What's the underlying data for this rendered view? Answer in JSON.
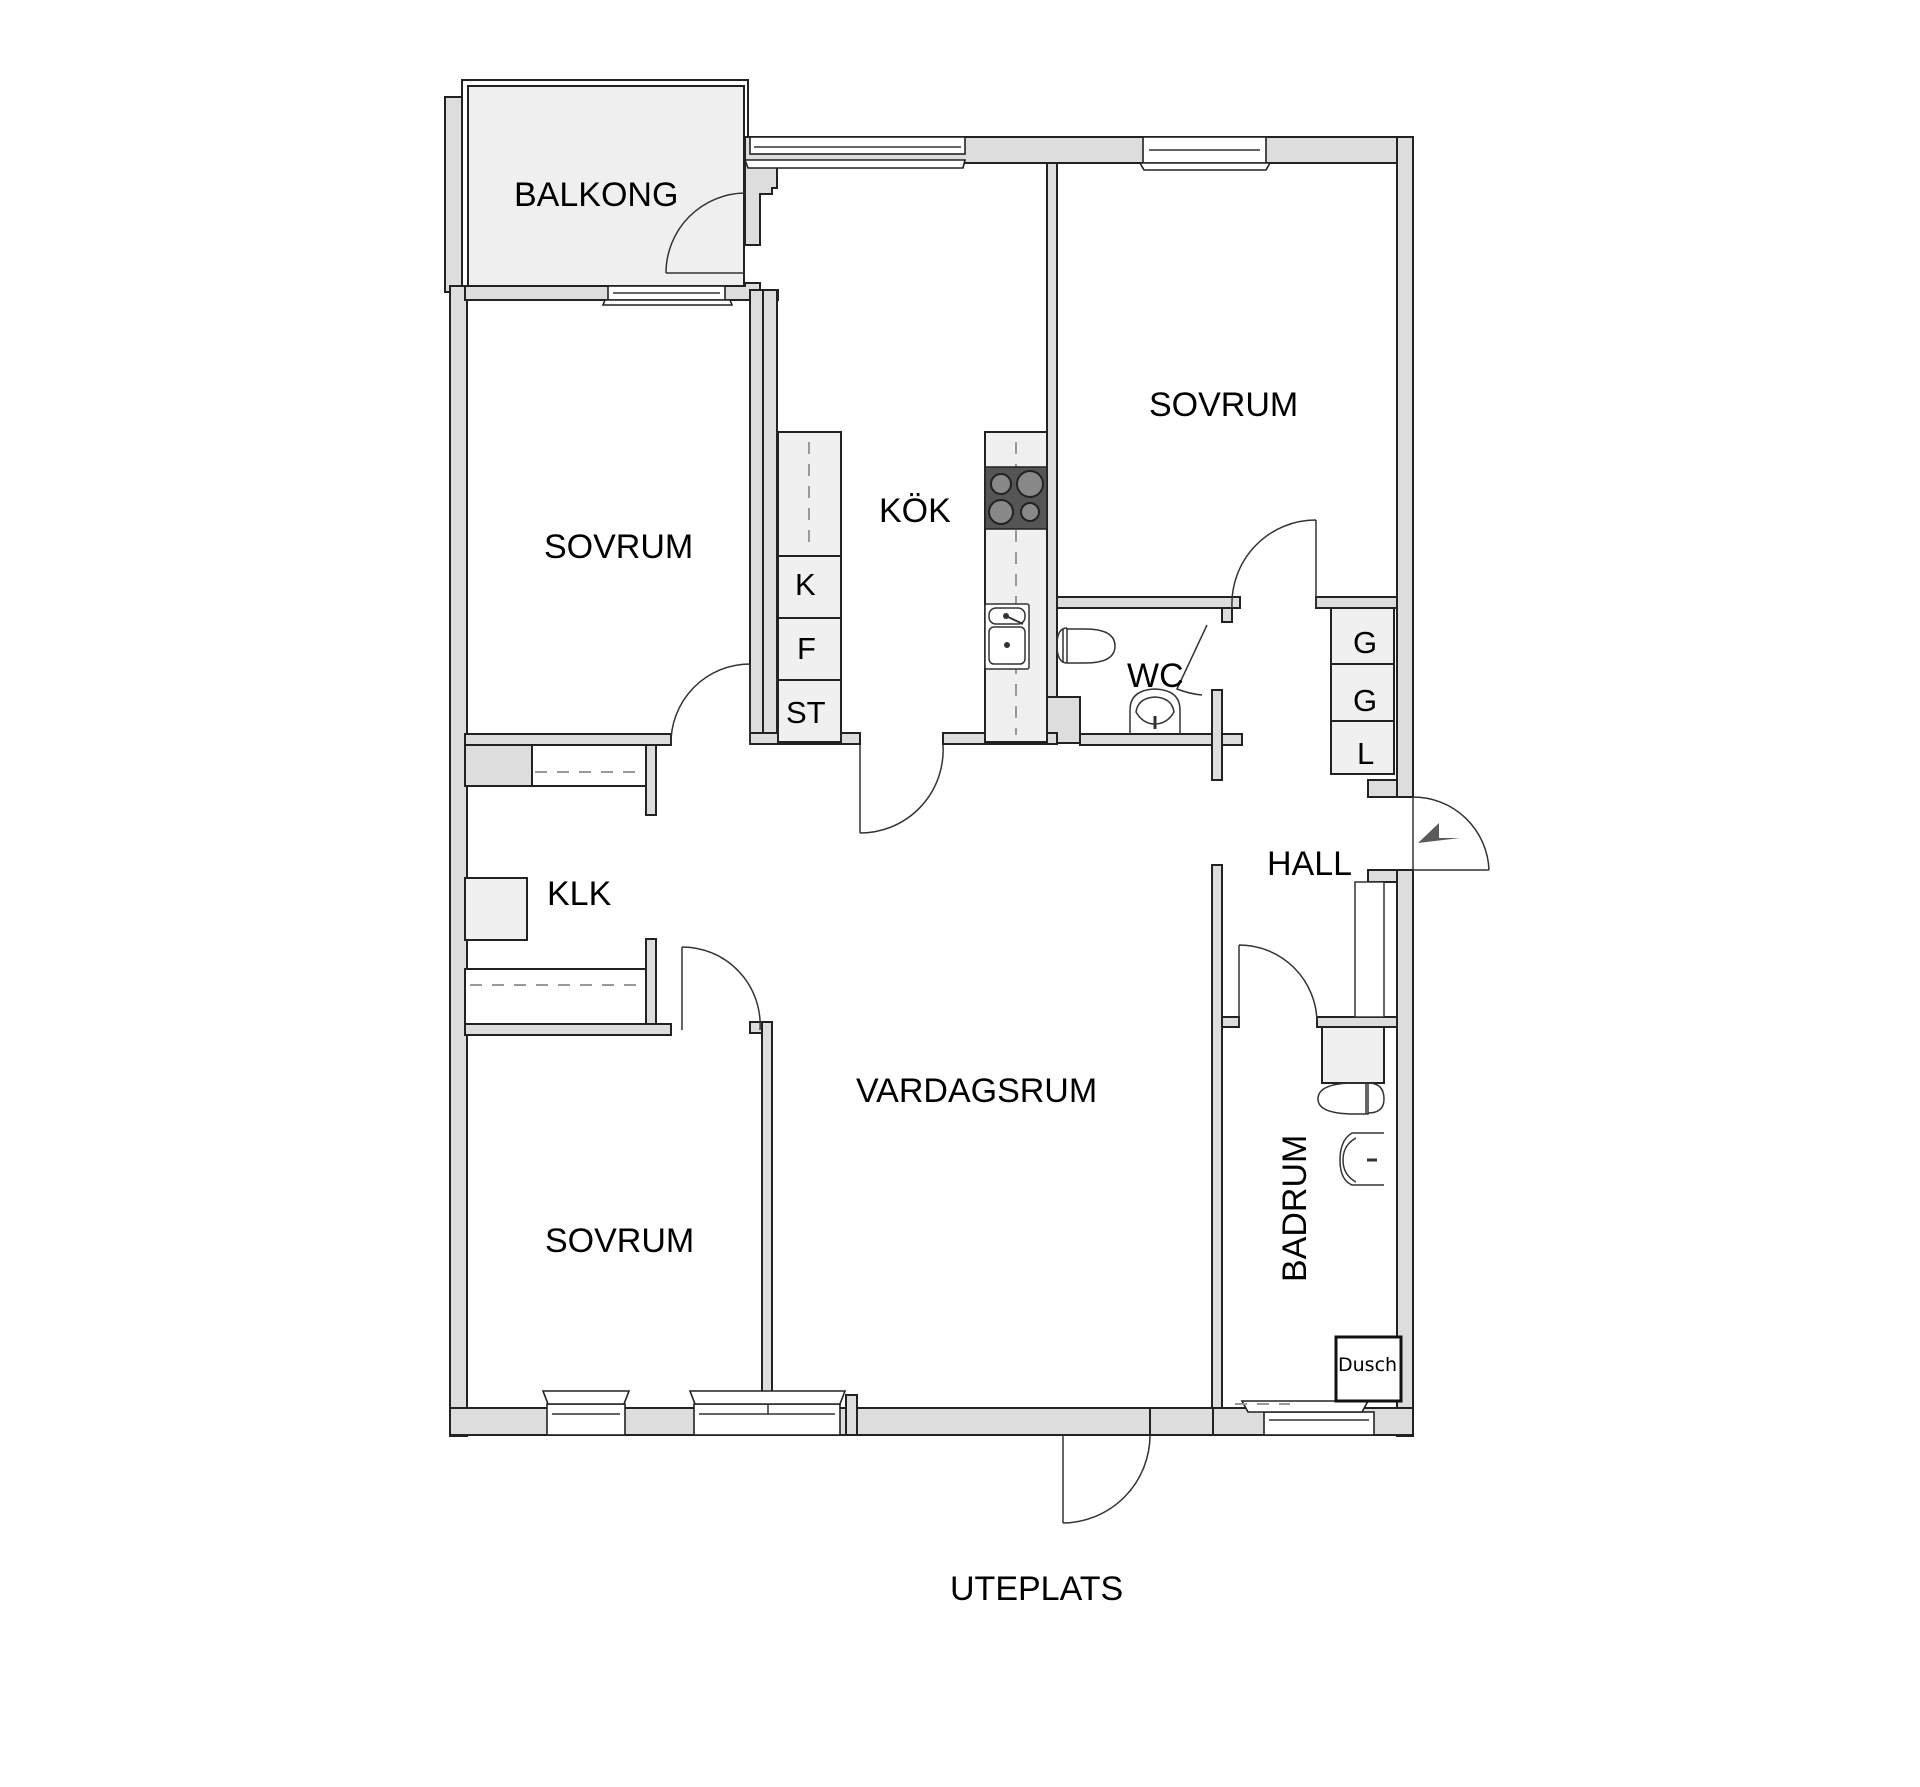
{
  "floor_plan": {
    "rooms": [
      {
        "id": "balkong",
        "label": "BALKONG"
      },
      {
        "id": "kok",
        "label": "KÖK"
      },
      {
        "id": "sovrum_top_right",
        "label": "SOVRUM"
      },
      {
        "id": "sovrum_top_left",
        "label": "SOVRUM"
      },
      {
        "id": "wc",
        "label": "WC"
      },
      {
        "id": "hall",
        "label": "HALL"
      },
      {
        "id": "klk",
        "label": "KLK"
      },
      {
        "id": "vardagsrum",
        "label": "VARDAGSRUM"
      },
      {
        "id": "sovrum_bottom_left",
        "label": "SOVRUM"
      },
      {
        "id": "badrum",
        "label": "BADRUM"
      }
    ],
    "kitchen_appliances": [
      {
        "id": "k",
        "label": "K"
      },
      {
        "id": "f",
        "label": "F"
      },
      {
        "id": "st",
        "label": "ST"
      }
    ],
    "hall_closets": [
      {
        "id": "g1",
        "label": "G"
      },
      {
        "id": "g2",
        "label": "G"
      },
      {
        "id": "l",
        "label": "L"
      }
    ],
    "fixtures": {
      "shower_label": "Dusch"
    },
    "outside": {
      "patio_label": "UTEPLATS"
    },
    "entrance_icon": "arrow-left-icon",
    "colors": {
      "wall_fill": "#dddddd",
      "balcony_fill": "#efefef",
      "cabinet_fill": "#f0f0f0",
      "stove_fill": "#555555",
      "line": "#222222",
      "arrow": "#5a5a5a",
      "background": "#ffffff"
    }
  }
}
